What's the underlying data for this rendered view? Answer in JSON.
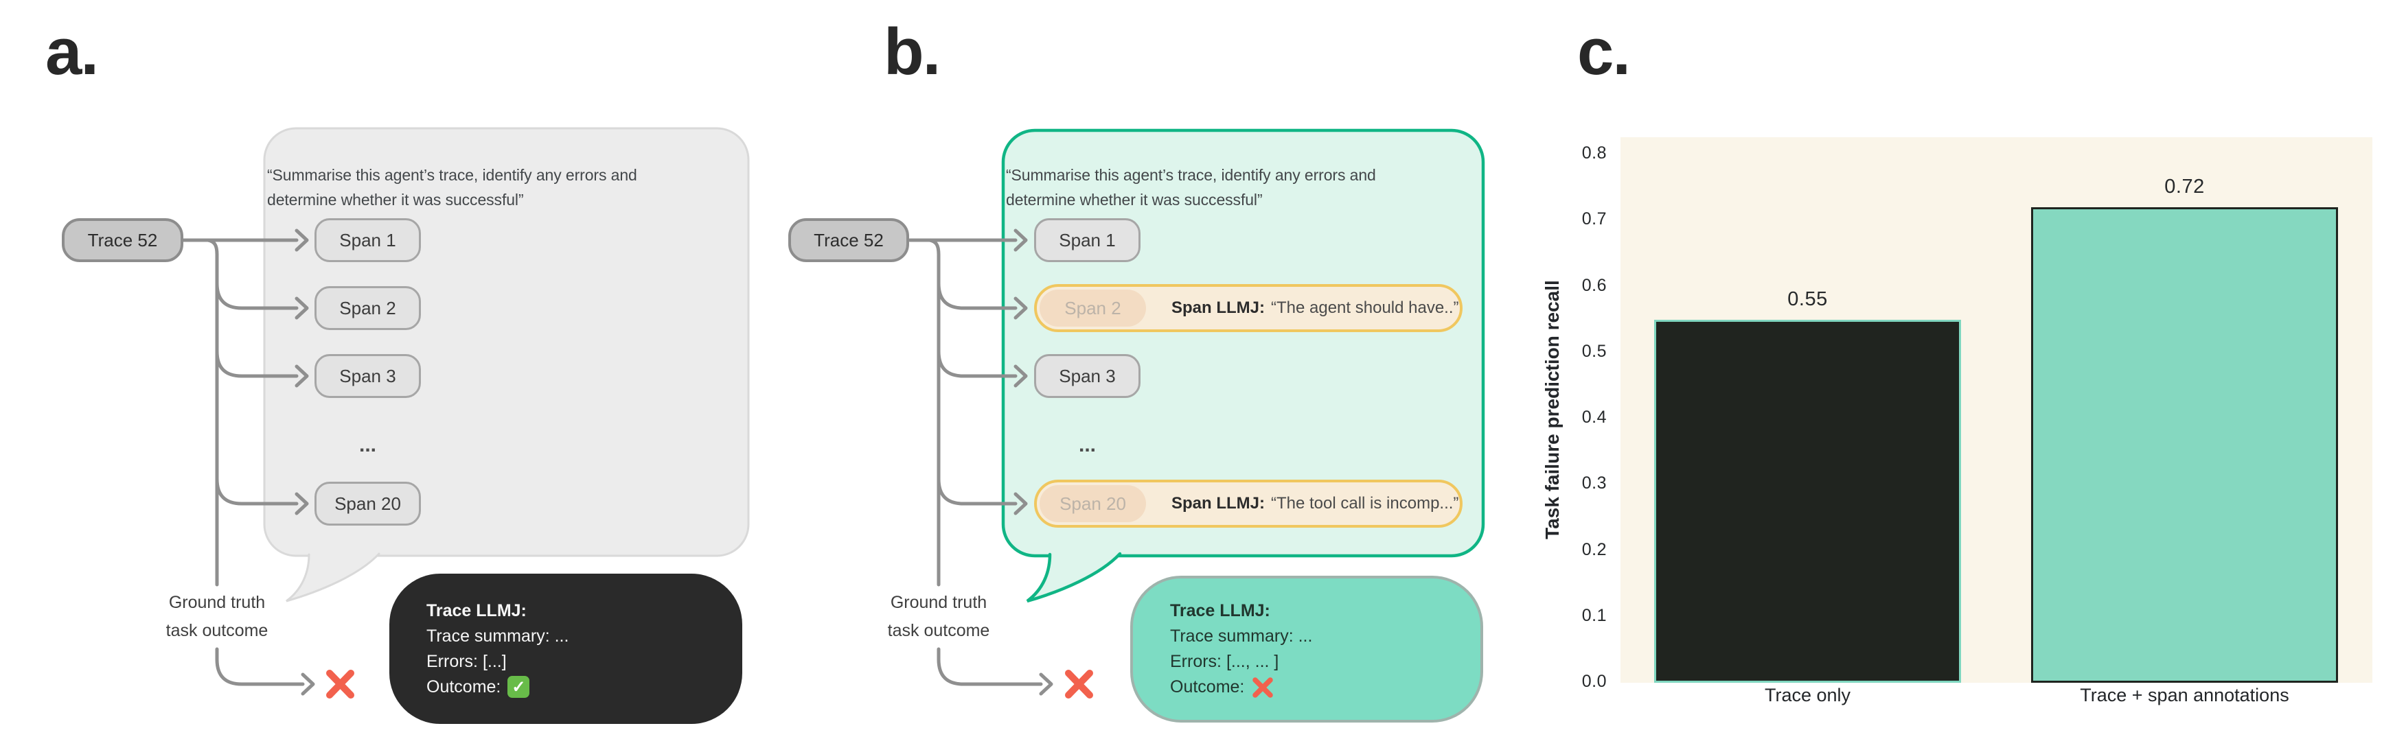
{
  "panels": {
    "a": {
      "label": "a.",
      "trace_node": "Trace 52",
      "prompt": "“Summarise this agent’s trace, identify any errors and\ndetermine whether it was successful”",
      "span1": "Span 1",
      "span2": "Span 2",
      "span3": "Span 3",
      "ellipsis": "...",
      "span20": "Span 20",
      "ground_truth": "Ground truth\ntask outcome",
      "result": {
        "title": "Trace LLMJ:",
        "line_summary": "Trace summary: ...",
        "line_errors": "Errors: [...]",
        "outcome_label": "Outcome:",
        "outcome": "success"
      }
    },
    "b": {
      "label": "b.",
      "trace_node": "Trace 52",
      "prompt": "“Summarise this agent’s trace, identify any errors and\ndetermine whether it was successful”",
      "span1": "Span 1",
      "span3": "Span 3",
      "ellipsis": "...",
      "annotated": [
        {
          "span": "Span 2",
          "judge_label": "Span LLMJ:",
          "quote": "“The agent should have..”"
        },
        {
          "span": "Span 20",
          "judge_label": "Span LLMJ:",
          "quote": "“The tool call is incomp...”"
        }
      ],
      "ground_truth": "Ground truth\ntask outcome",
      "result": {
        "title": "Trace LLMJ:",
        "line_summary": "Trace summary: ...",
        "line_errors": "Errors: [..., ... ]",
        "outcome_label": "Outcome:",
        "outcome": "failure"
      }
    },
    "c": {
      "label": "c."
    }
  },
  "icons": {
    "check_glyph": "✓"
  },
  "colors": {
    "emerald_border": "#10b585",
    "mint_fill": "#def5ec",
    "gold_border": "#f0c75f",
    "coral_x": "#f2614d",
    "dark_bubble": "#2a2a2a",
    "teal_bubble": "#7ddcc3",
    "gray_bubble": "#ececec",
    "arrow_gray": "#8f8f8f",
    "check_green": "#68bc49"
  },
  "chart_data": {
    "type": "bar",
    "categories": [
      "Trace only",
      "Trace + span annotations"
    ],
    "values": [
      0.55,
      0.72
    ],
    "value_labels": [
      "0.55",
      "0.72"
    ],
    "title": "",
    "xlabel": "",
    "ylabel": "Task failure prediction recall",
    "yticks": [
      0.0,
      0.1,
      0.2,
      0.3,
      0.4,
      0.5,
      0.6,
      0.7,
      0.8
    ],
    "ylim": [
      0,
      0.82
    ],
    "grid": false,
    "legend_position": "none",
    "plot_bg": "#faf5e9",
    "bar_fill": [
      "#20241f",
      "#85d8c0"
    ],
    "bar_edge": [
      "#7fd6bf",
      "#1f241f"
    ]
  }
}
